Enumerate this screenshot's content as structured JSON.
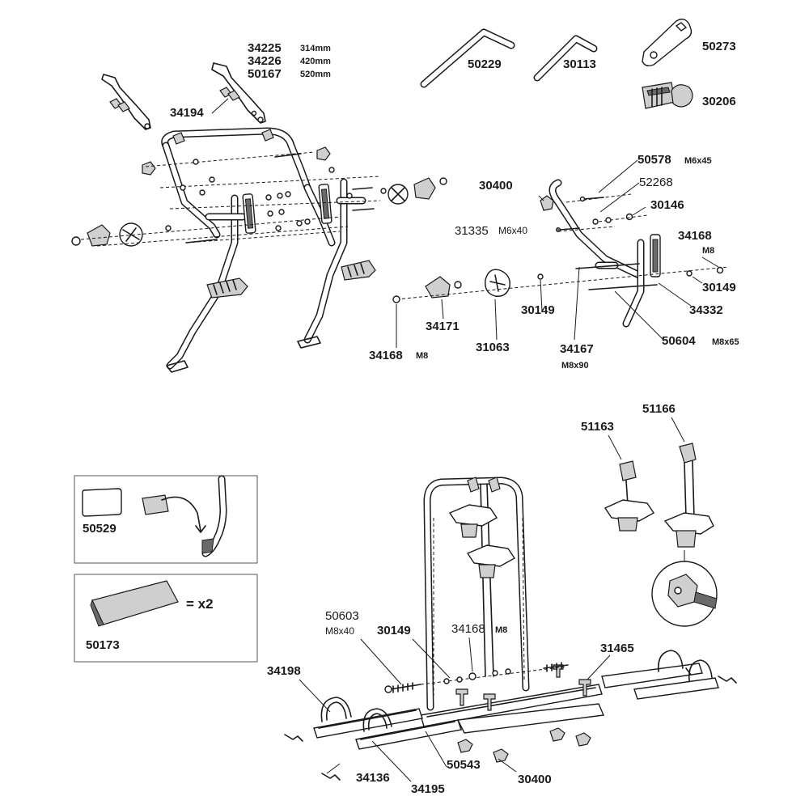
{
  "parts": [
    {
      "id": "p-34225",
      "code": "34225",
      "spec": "314mm"
    },
    {
      "id": "p-34226",
      "code": "34226",
      "spec": "420mm"
    },
    {
      "id": "p-50167",
      "code": "50167",
      "spec": "520mm"
    },
    {
      "id": "p-34194",
      "code": "34194",
      "spec": ""
    },
    {
      "id": "p-50229",
      "code": "50229",
      "spec": ""
    },
    {
      "id": "p-30113",
      "code": "30113",
      "spec": ""
    },
    {
      "id": "p-50273",
      "code": "50273",
      "spec": ""
    },
    {
      "id": "p-30206",
      "code": "30206",
      "spec": ""
    },
    {
      "id": "p-50578",
      "code": "50578",
      "spec": "M6x45"
    },
    {
      "id": "p-52268",
      "code": "52268",
      "spec": ""
    },
    {
      "id": "p-30400-top",
      "code": "30400",
      "spec": ""
    },
    {
      "id": "p-30146",
      "code": "30146",
      "spec": ""
    },
    {
      "id": "p-31335",
      "code": "31335",
      "spec": "M6x40"
    },
    {
      "id": "p-34168-right",
      "code": "34168",
      "spec": "M8"
    },
    {
      "id": "p-30149-right",
      "code": "30149",
      "spec": ""
    },
    {
      "id": "p-34332",
      "code": "34332",
      "spec": ""
    },
    {
      "id": "p-50604",
      "code": "50604",
      "spec": "M8x65"
    },
    {
      "id": "p-34171",
      "code": "34171",
      "spec": ""
    },
    {
      "id": "p-30149-mid",
      "code": "30149",
      "spec": ""
    },
    {
      "id": "p-34168-left",
      "code": "34168",
      "spec": "M8"
    },
    {
      "id": "p-31063",
      "code": "31063",
      "spec": ""
    },
    {
      "id": "p-34167",
      "code": "34167",
      "spec": "M8x90"
    },
    {
      "id": "p-51163",
      "code": "51163",
      "spec": ""
    },
    {
      "id": "p-51166",
      "code": "51166",
      "spec": ""
    },
    {
      "id": "p-50529",
      "code": "50529",
      "spec": ""
    },
    {
      "id": "p-50173",
      "code": "50173",
      "spec": ""
    },
    {
      "id": "p-50603",
      "code": "50603",
      "spec": "M8x40"
    },
    {
      "id": "p-30149-bottom",
      "code": "30149",
      "spec": ""
    },
    {
      "id": "p-34168-bottom",
      "code": "34168",
      "spec": "M8"
    },
    {
      "id": "p-31465",
      "code": "31465",
      "spec": ""
    },
    {
      "id": "p-34198",
      "code": "34198",
      "spec": ""
    },
    {
      "id": "p-34136",
      "code": "34136",
      "spec": ""
    },
    {
      "id": "p-34195",
      "code": "34195",
      "spec": ""
    },
    {
      "id": "p-50543",
      "code": "50543",
      "spec": ""
    },
    {
      "id": "p-30400-bottom",
      "code": "30400",
      "spec": ""
    }
  ],
  "quantity_note": "= x2",
  "colors": {
    "ink": "#1a1a1a",
    "part_fill": "#cfcfcf",
    "dark_fill": "#6a6a6a",
    "box_border": "#555555"
  }
}
